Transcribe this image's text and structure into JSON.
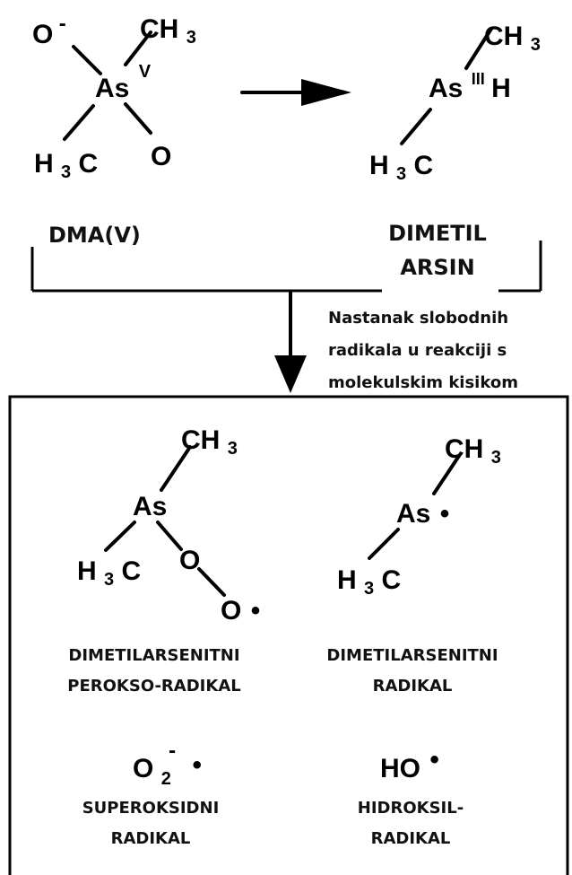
{
  "reactant": {
    "o_minus": "O",
    "minus": "-",
    "ch3": "CH",
    "ch3_sub": "3",
    "as": "As",
    "ox_state": "V",
    "h3c_h": "H",
    "h3c_sub": "3",
    "h3c_c": "C",
    "o": "O",
    "name": "DMA(V)"
  },
  "product": {
    "ch3": "CH",
    "ch3_sub": "3",
    "as": "As",
    "ox_state": "III",
    "h": "H",
    "h3c_h": "H",
    "h3c_sub": "3",
    "h3c_c": "C",
    "name_line1": "DIMETIL",
    "name_line2": "ARSIN"
  },
  "process_note": {
    "line1": "Nastanak slobodnih",
    "line2": "radikala u reakciji s",
    "line3": "molekulskim kisikom"
  },
  "radicals": {
    "peroxo": {
      "ch3": "CH",
      "ch3_sub": "3",
      "as": "As",
      "h3c_h": "H",
      "h3c_sub": "3",
      "h3c_c": "C",
      "o1": "O",
      "o2": "O",
      "dot": "•",
      "name_line1": "DIMETILARSENITNI",
      "name_line2": "PEROKSO-RADIKAL"
    },
    "arsenite": {
      "ch3": "CH",
      "ch3_sub": "3",
      "as": "As",
      "dot": "•",
      "h3c_h": "H",
      "h3c_sub": "3",
      "h3c_c": "C",
      "name_line1": "DIMETILARSENITNI",
      "name_line2": "RADIKAL"
    },
    "superoxide": {
      "o": "O",
      "sub": "2",
      "minus": "-",
      "dot": "•",
      "name_line1": "SUPEROKSIDNI",
      "name_line2": "RADIKAL"
    },
    "hydroxyl": {
      "ho": "HO",
      "dot": "•",
      "name_line1": "HIDROKSIL-",
      "name_line2": "RADIKAL"
    }
  }
}
